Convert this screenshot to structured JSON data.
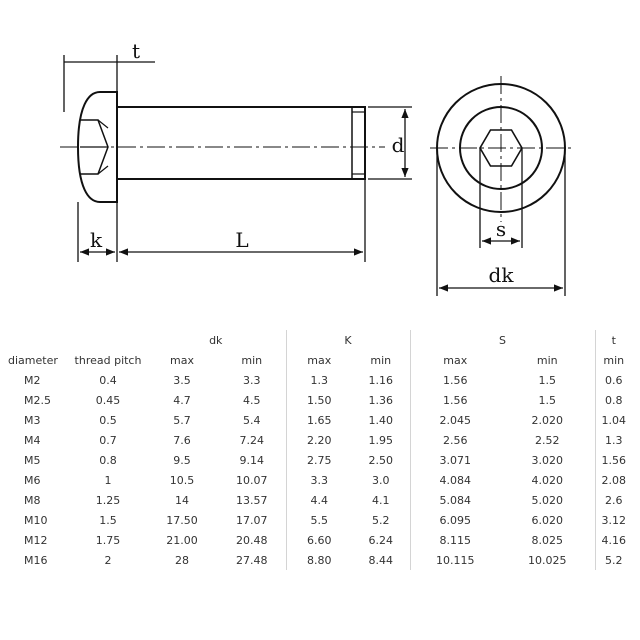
{
  "diagram": {
    "labels": {
      "t": "t",
      "d": "d",
      "k": "k",
      "L": "L",
      "s": "s",
      "dk": "dk"
    }
  },
  "table": {
    "groups": [
      "dk",
      "K",
      "S",
      "t"
    ],
    "headers": [
      "diameter",
      "thread pitch",
      "max",
      "min",
      "max",
      "min",
      "max",
      "min",
      "min"
    ],
    "rows": [
      [
        "M2",
        "0.4",
        "3.5",
        "3.3",
        "1.3",
        "1.16",
        "1.56",
        "1.5",
        "0.6"
      ],
      [
        "M2.5",
        "0.45",
        "4.7",
        "4.5",
        "1.50",
        "1.36",
        "1.56",
        "1.5",
        "0.8"
      ],
      [
        "M3",
        "0.5",
        "5.7",
        "5.4",
        "1.65",
        "1.40",
        "2.045",
        "2.020",
        "1.04"
      ],
      [
        "M4",
        "0.7",
        "7.6",
        "7.24",
        "2.20",
        "1.95",
        "2.56",
        "2.52",
        "1.3"
      ],
      [
        "M5",
        "0.8",
        "9.5",
        "9.14",
        "2.75",
        "2.50",
        "3.071",
        "3.020",
        "1.56"
      ],
      [
        "M6",
        "1",
        "10.5",
        "10.07",
        "3.3",
        "3.0",
        "4.084",
        "4.020",
        "2.08"
      ],
      [
        "M8",
        "1.25",
        "14",
        "13.57",
        "4.4",
        "4.1",
        "5.084",
        "5.020",
        "2.6"
      ],
      [
        "M10",
        "1.5",
        "17.50",
        "17.07",
        "5.5",
        "5.2",
        "6.095",
        "6.020",
        "3.12"
      ],
      [
        "M12",
        "1.75",
        "21.00",
        "20.48",
        "6.60",
        "6.24",
        "8.115",
        "8.025",
        "4.16"
      ],
      [
        "M16",
        "2",
        "28",
        "27.48",
        "8.80",
        "8.44",
        "10.115",
        "10.025",
        "5.2"
      ]
    ]
  }
}
